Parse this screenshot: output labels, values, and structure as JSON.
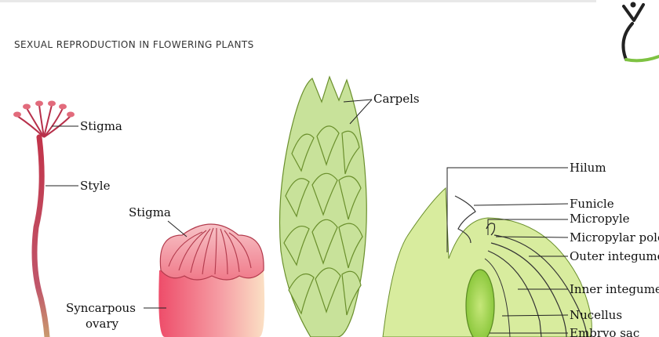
{
  "header": {
    "chapter_title": "SEXUAL REPRODUCTION IN FLOWERING PLANTS"
  },
  "logo": {
    "icon": "ncert-logo-icon",
    "accent": "#7ec242"
  },
  "colors": {
    "style_stem": "#c2344a",
    "ovary_pink": "#ee4d6a",
    "carpel_green": "#c8e29a",
    "ovule_green": "#d8ec9e",
    "embryo_sac": "#9fd14b"
  },
  "labels": {
    "stigma_1": "Stigma",
    "style": "Style",
    "stigma_2": "Stigma",
    "syncarpous_ovary_line1": "Syncarpous",
    "syncarpous_ovary_line2": "ovary",
    "carpels": "Carpels",
    "hilum": "Hilum",
    "funicle": "Funicle",
    "micropyle": "Micropyle",
    "micropylar_pole": "Micropylar pole",
    "outer_integument": "Outer integument",
    "inner_integument": "Inner integument",
    "nucellus": "Nucellus",
    "embryo_sac": "Embryo sac"
  }
}
